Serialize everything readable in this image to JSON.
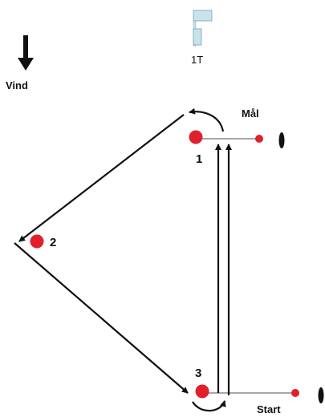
{
  "wind": {
    "label": "Vind",
    "icon": "wind-direction-arrow-icon"
  },
  "flag": {
    "label": "1T",
    "icon": "course-flag-icon",
    "color": "#c7e3ee"
  },
  "marks": [
    {
      "id": "mark-1",
      "label": "1"
    },
    {
      "id": "mark-2",
      "label": "2"
    },
    {
      "id": "mark-3",
      "label": "3"
    }
  ],
  "finish": {
    "label": "Mål"
  },
  "start": {
    "label": "Start"
  },
  "colors": {
    "mark": "#e0202a",
    "line": "#111111",
    "gate_line": "#8a8a8a",
    "boat": "#111111"
  }
}
